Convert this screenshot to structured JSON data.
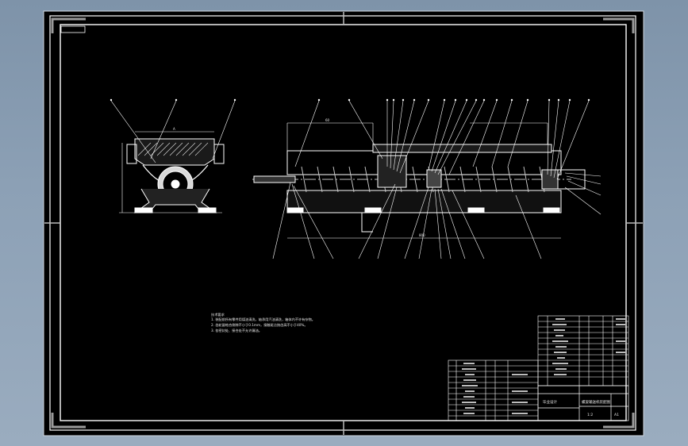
{
  "drawing": {
    "background_color": "#000000",
    "line_color": "#ffffff",
    "canvas_color": "#8a9db1",
    "section_mark": "A",
    "dimension_overall": "800",
    "dimension_short": "60",
    "notes_heading": "技术要求",
    "notes_lines": [
      "1. 装配前所有零件用煤油清洗，轴承用汽油清洗，箱体内不许有杂物。",
      "2. 齿轮副啮合侧隙不小于0.1mm，接触斑点按齿高不小于40%。",
      "3. 各密封处、接合处不允许漏油。"
    ],
    "title_block": {
      "school": "毕业设计",
      "drawing_title": "螺旋输送机装配图",
      "scale": "1:2",
      "sheet": "A1"
    }
  }
}
